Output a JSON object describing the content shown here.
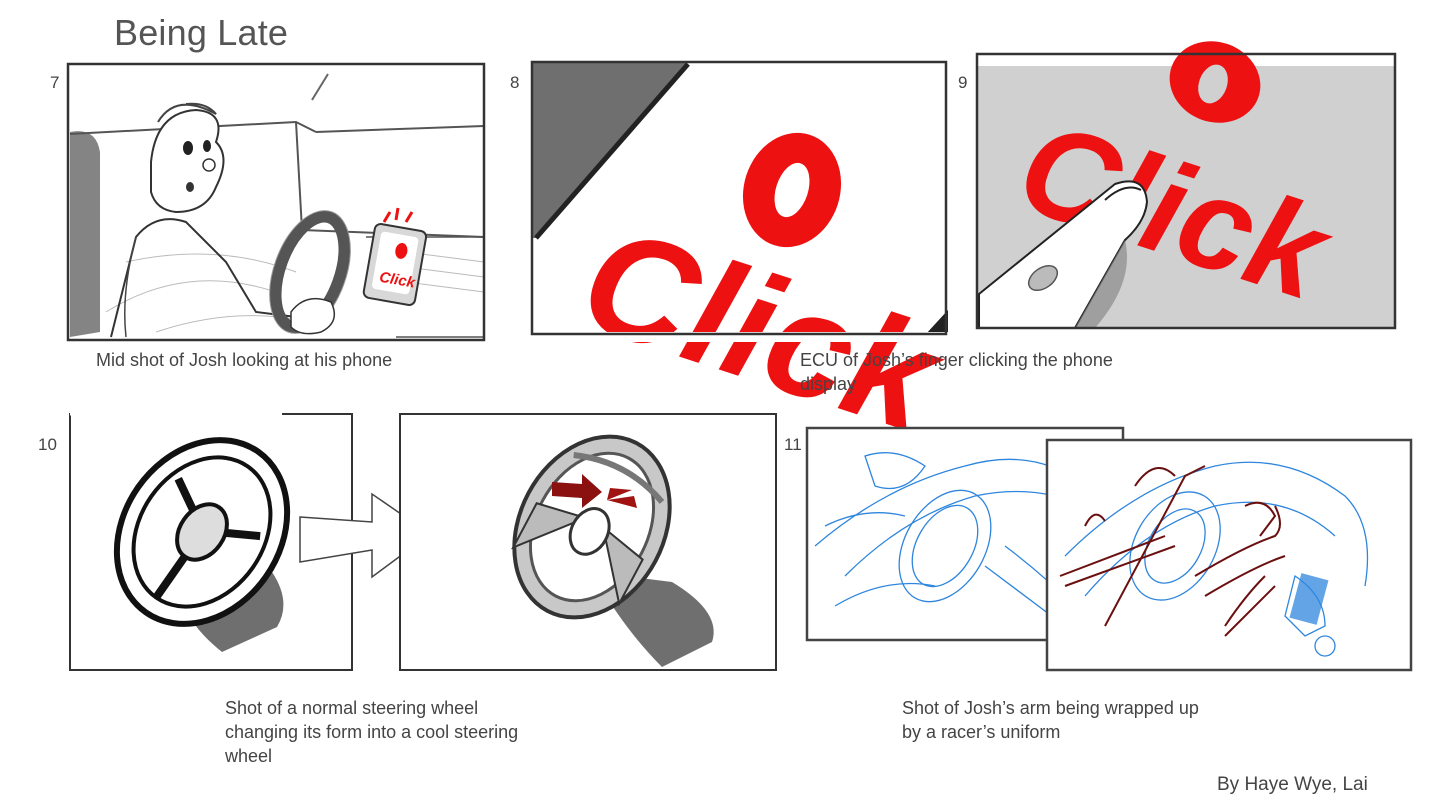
{
  "title": "Being Late",
  "panels": [
    {
      "number": "7",
      "caption": "Mid shot of Josh looking at his phone"
    },
    {
      "number": "8",
      "caption": ""
    },
    {
      "number": "9",
      "caption": "ECU of Josh’s finger clicking the phone\ndisplay"
    },
    {
      "number": "10",
      "caption": "Shot of a normal steering wheel\nchanging its form into a cool steering\nwheel"
    },
    {
      "number": "11",
      "caption": "Shot of Josh’s arm being wrapped up\nby a racer’s uniform"
    }
  ],
  "phone_text": "Click",
  "credit": "By Haye Wye, Lai",
  "colors": {
    "accent_red": "#ee1111",
    "sketch_blue": "#2f86dd",
    "sketch_maroon": "#6b1010",
    "shade_gray": "#6f6f6f"
  }
}
